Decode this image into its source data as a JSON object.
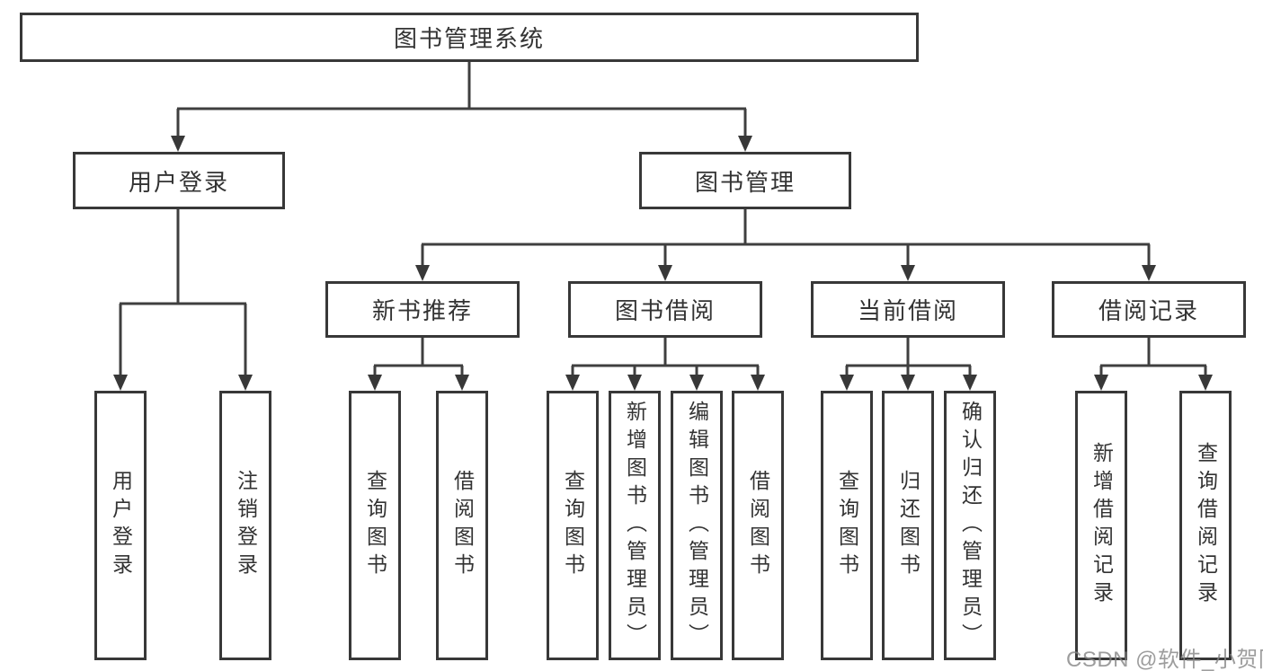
{
  "diagram": {
    "root": {
      "label": "图书管理系统"
    },
    "level2": [
      {
        "label": "用户登录",
        "parent": "图书管理系统"
      },
      {
        "label": "图书管理",
        "parent": "图书管理系统"
      }
    ],
    "level3": [
      {
        "label": "新书推荐",
        "parent": "图书管理"
      },
      {
        "label": "图书借阅",
        "parent": "图书管理"
      },
      {
        "label": "当前借阅",
        "parent": "图书管理"
      },
      {
        "label": "借阅记录",
        "parent": "图书管理"
      }
    ],
    "leaves": [
      {
        "label": "用户登录",
        "parent": "用户登录"
      },
      {
        "label": "注销登录",
        "parent": "用户登录"
      },
      {
        "label": "查询图书",
        "parent": "新书推荐"
      },
      {
        "label": "借阅图书",
        "parent": "新书推荐"
      },
      {
        "label": "查询图书",
        "parent": "图书借阅"
      },
      {
        "label": "新增图书（管理员）",
        "parent": "图书借阅"
      },
      {
        "label": "编辑图书（管理员）",
        "parent": "图书借阅"
      },
      {
        "label": "借阅图书",
        "parent": "图书借阅"
      },
      {
        "label": "查询图书",
        "parent": "当前借阅"
      },
      {
        "label": "归还图书",
        "parent": "当前借阅"
      },
      {
        "label": "确认归还（管理员）",
        "parent": "当前借阅"
      },
      {
        "label": "新增借阅记录",
        "parent": "借阅记录"
      },
      {
        "label": "查询借阅记录",
        "parent": "借阅记录"
      }
    ],
    "colors": {
      "ink": "#383838",
      "line": "#3f3f3f",
      "watermark_gray": "#848484"
    }
  },
  "watermark": {
    "text": "CSDN @软件_小贺同学"
  }
}
